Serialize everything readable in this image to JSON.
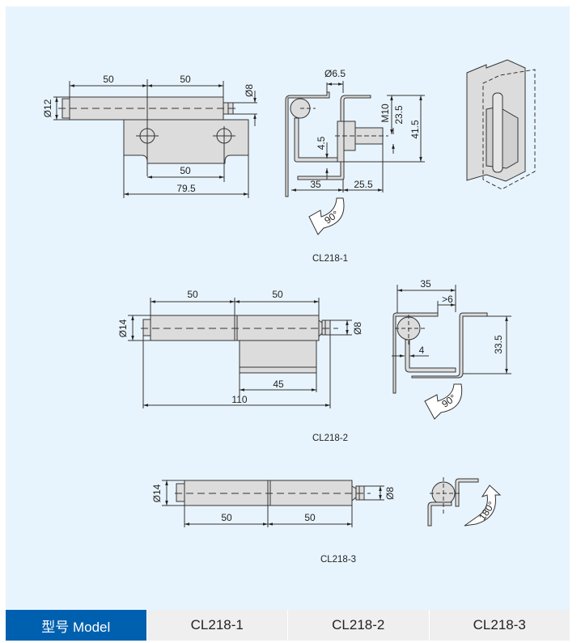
{
  "drawings": [
    {
      "model": "CL218-1",
      "front_view": {
        "dims": {
          "seg_left": "50",
          "seg_right": "50",
          "pin_dia": "Ø8",
          "barrel_dia": "Ø12",
          "hole_spacing": "50",
          "plate_width": "79.5"
        }
      },
      "side_view": {
        "dims": {
          "top_dia": "Ø6.5",
          "thread": "M10",
          "to_axis": "23.5",
          "total_height": "41.5",
          "gap": "4.5",
          "left_width": "35",
          "right_width": "25.5"
        },
        "rotation": "90°"
      }
    },
    {
      "model": "CL218-2",
      "front_view": {
        "dims": {
          "seg_left": "50",
          "seg_right": "50",
          "barrel_dia": "Ø14",
          "pin_dia": "Ø8",
          "leaf_width": "45",
          "total_length": "110"
        }
      },
      "side_view": {
        "dims": {
          "width": "35",
          "gap": ">6",
          "thickness": "4",
          "height": "33.5"
        },
        "rotation": "90°"
      }
    },
    {
      "model": "CL218-3",
      "front_view": {
        "dims": {
          "barrel_dia": "Ø14",
          "pin_dia": "Ø8",
          "seg_left": "50",
          "seg_right": "50"
        }
      },
      "side_view": {
        "rotation": "180°"
      }
    }
  ],
  "colors": {
    "part_fill": "#dcdcdc",
    "line": "#333333",
    "panel_bg": "#e8f4fd",
    "header_bg": "#0060b0",
    "cell_bg": "#efefef"
  },
  "table": {
    "header": "型号 Model",
    "models": [
      "CL218-1",
      "CL218-2",
      "CL218-3"
    ]
  }
}
